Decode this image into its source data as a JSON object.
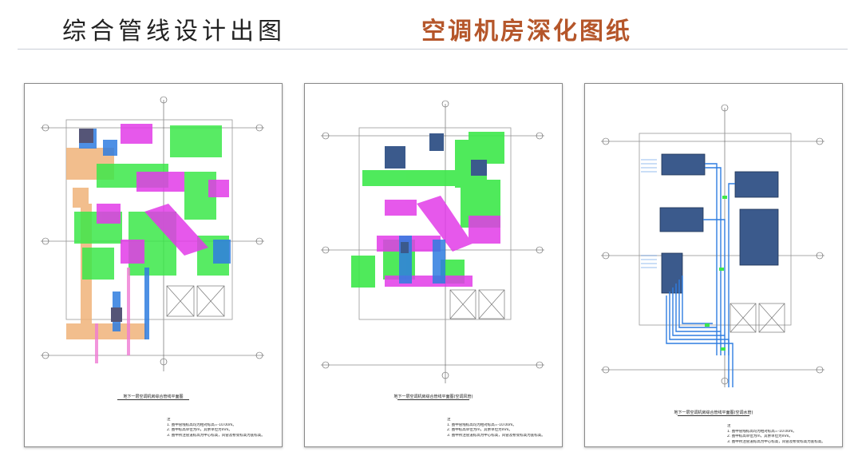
{
  "header": {
    "left_title": "综合管线设计出图",
    "right_title": "空调机房深化图纸",
    "accent_color": "#b5562a"
  },
  "sheets": [
    {
      "caption": "地下一层空调机房综合管线平面图",
      "notes": [
        "注",
        "1. 图中管线标高均为相对标高=-10.00m。",
        "2. 图中标高单位为m，其余单位为mm。",
        "3. 图中所注管道标高为中心标高，风管及桥架标高为底标高。"
      ]
    },
    {
      "caption": "地下一层空调机房综合管线平面图(空调风管)",
      "notes": [
        "注",
        "1. 图中管线标高均为相对标高=-10.00m。",
        "2. 图中标高单位为m，其余单位为mm。",
        "3. 图中所注管道标高为中心标高，风管及桥架标高为底标高。"
      ]
    },
    {
      "caption": "地下一层空调机房综合管线平面图(空调水管)",
      "notes": [
        "注",
        "1. 图中管线标高均为相对标高=-10.00m。",
        "2. 图中标高单位为m，其余单位为mm。",
        "3. 图中所注管道标高为中心标高，风管及桥架标高为底标高。"
      ]
    }
  ],
  "colors": {
    "duct_green": "#3ce84a",
    "duct_magenta": "#e23ce8",
    "pipe_blue": "#2f7de0",
    "equipment_navy": "#3b5a8c",
    "duct_orange": "#f0b37a",
    "cable_tray_pink": "#f07bd4"
  }
}
